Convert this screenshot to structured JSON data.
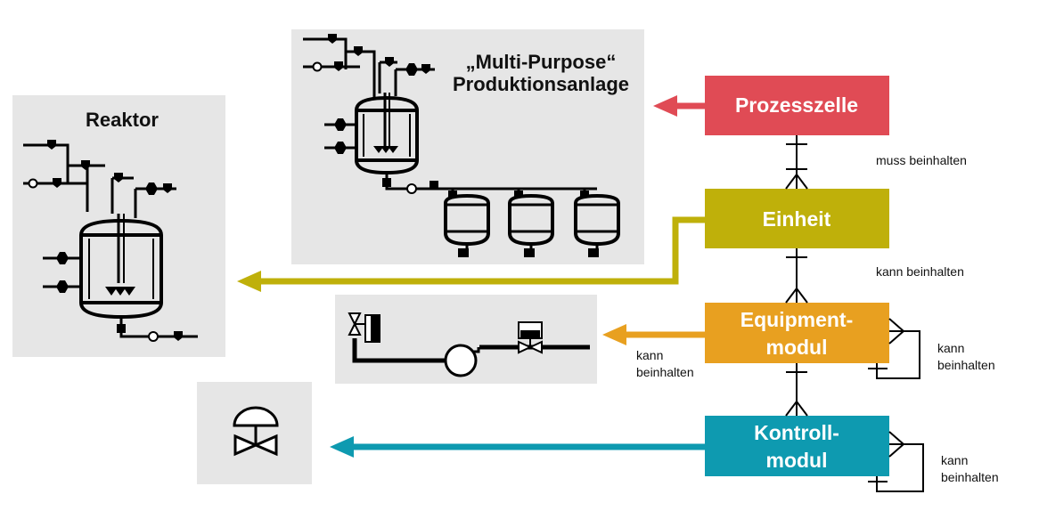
{
  "panels": {
    "reaktor": {
      "title": "Reaktor"
    },
    "multipurpose": {
      "title_line1": "„Multi-Purpose“",
      "title_line2": "Produktionsanlage"
    }
  },
  "hierarchy": {
    "prozesszelle": {
      "label": "Prozesszelle",
      "color": "#e04b55"
    },
    "einheit": {
      "label": "Einheit",
      "color": "#bfb00a"
    },
    "equipmentmodul": {
      "label_line1": "Equipment-",
      "label_line2": "modul",
      "color": "#e8a020"
    },
    "kontrollmodul": {
      "label_line1": "Kontroll-",
      "label_line2": "modul",
      "color": "#0e9ab0"
    }
  },
  "relations": {
    "muss_beinhalten": "muss beinhalten",
    "kann_beinhalten_einheit": "kann beinhalten",
    "kann_beinhalten_left_l1": "kann",
    "kann_beinhalten_left_l2": "beinhalten",
    "kann_self_em_l1": "kann",
    "kann_self_em_l2": "beinhalten",
    "kann_self_km_l1": "kann",
    "kann_self_km_l2": "beinhalten"
  },
  "colors": {
    "panel_bg": "#e6e6e6",
    "line": "#000000"
  }
}
